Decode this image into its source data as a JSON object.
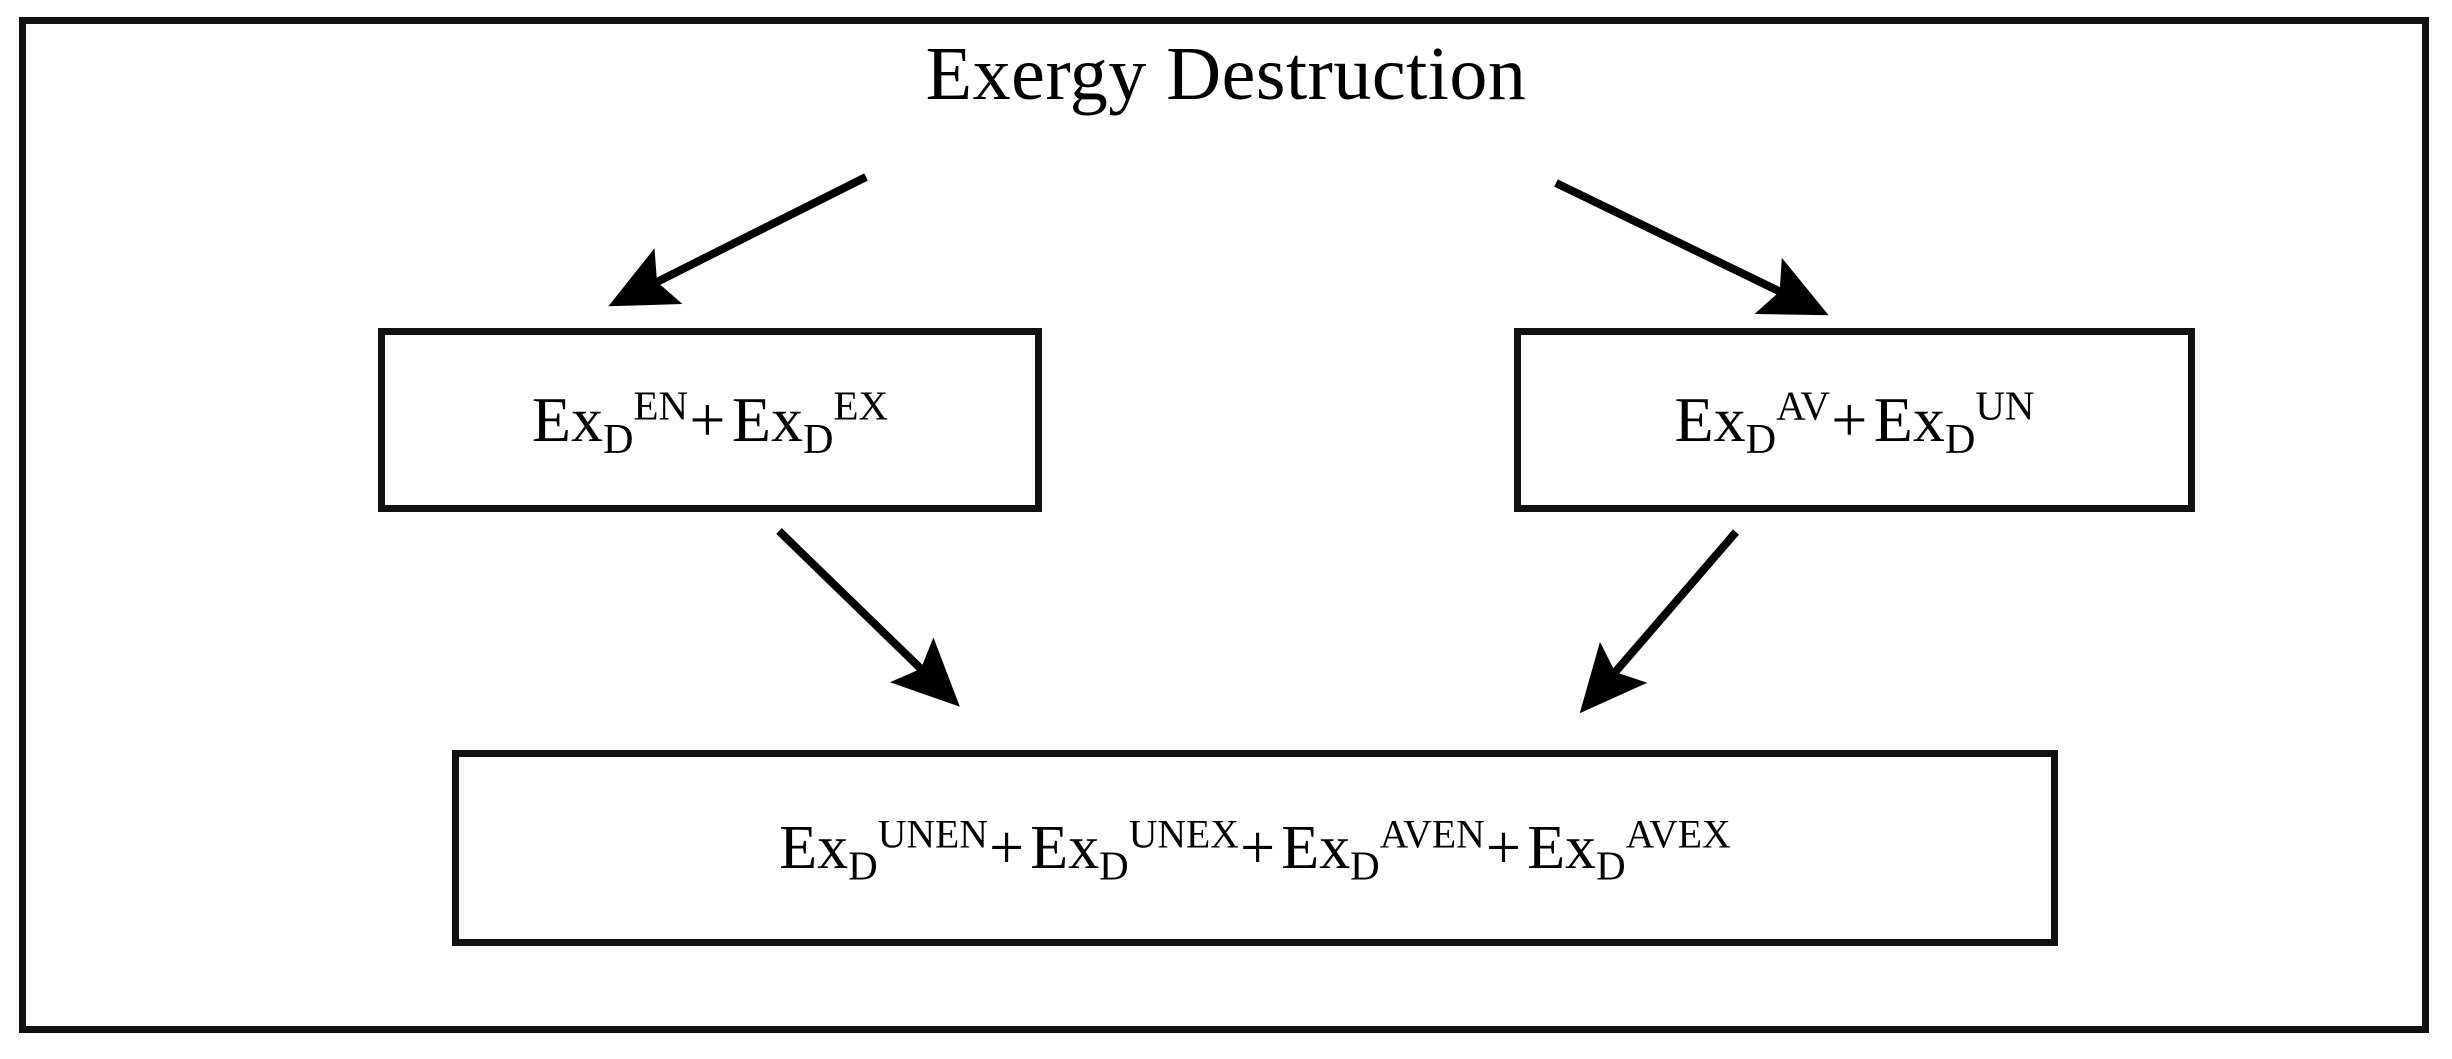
{
  "figure": {
    "title": "Exergy Destruction",
    "frame_color": "#111111",
    "background_color": "#ffffff",
    "text_color": "#000000"
  },
  "nodes": {
    "root": {
      "id": "exergy-destruction",
      "label": "Exergy Destruction"
    },
    "conventional_split": {
      "id": "en-ex-node",
      "terms": [
        {
          "base": "Ex",
          "sub": "D",
          "sup": "EN"
        },
        {
          "base": "Ex",
          "sub": "D",
          "sup": "EX"
        }
      ],
      "plain_text": "ExD^EN + ExD^EX"
    },
    "advanced_split": {
      "id": "av-un-node",
      "terms": [
        {
          "base": "Ex",
          "sub": "D",
          "sup": "AV"
        },
        {
          "base": "Ex",
          "sub": "D",
          "sup": "UN"
        }
      ],
      "plain_text": "ExD^AV + ExD^UN"
    },
    "combined_split": {
      "id": "combined-node",
      "terms": [
        {
          "base": "Ex",
          "sub": "D",
          "sup": "UNEN"
        },
        {
          "base": "Ex",
          "sub": "D",
          "sup": "UNEX"
        },
        {
          "base": "Ex",
          "sub": "D",
          "sup": "AVEN"
        },
        {
          "base": "Ex",
          "sub": "D",
          "sup": "AVEX"
        }
      ],
      "plain_text": "ExD^UNEN + ExD^UNEX + ExD^AVEN + ExD^AVEX"
    },
    "operator": "+"
  },
  "arrows": [
    {
      "id": "arrow-root-to-en-ex",
      "from": "exergy-destruction",
      "to": "en-ex-node",
      "direction": "down-left"
    },
    {
      "id": "arrow-root-to-av-un",
      "from": "exergy-destruction",
      "to": "av-un-node",
      "direction": "down-right"
    },
    {
      "id": "arrow-en-ex-to-combined",
      "from": "en-ex-node",
      "to": "combined-node",
      "direction": "down-right"
    },
    {
      "id": "arrow-av-un-to-combined",
      "from": "av-un-node",
      "to": "combined-node",
      "direction": "down-left"
    }
  ]
}
